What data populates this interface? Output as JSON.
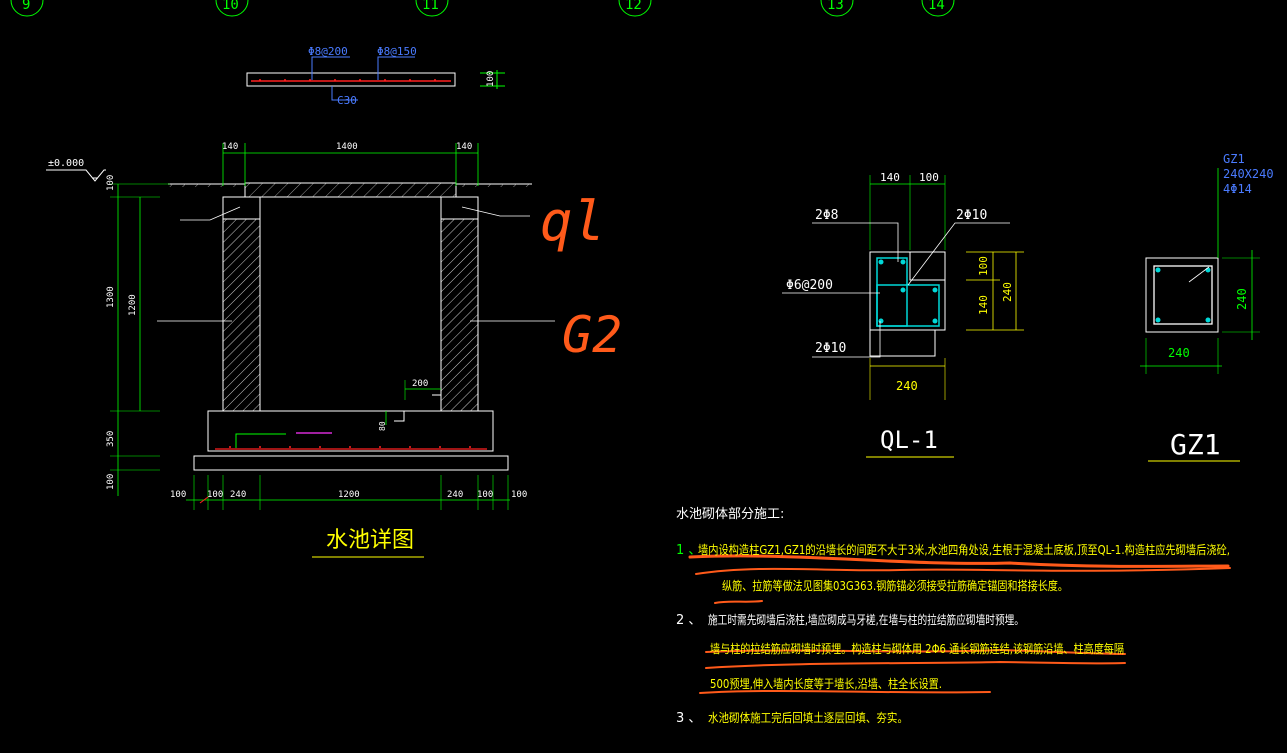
{
  "grid_bubbles": [
    "9",
    "10",
    "11",
    "12",
    "13",
    "14"
  ],
  "slab": {
    "rebar_a": "Φ8@200",
    "rebar_b": "Φ8@150",
    "concrete": "C30",
    "thickness": "100"
  },
  "pool_section": {
    "title": "水池详图",
    "elevation": "±0.000",
    "dims_top": [
      "140",
      "1400",
      "140"
    ],
    "dims_left_outer": [
      "100",
      "1300",
      "350",
      "100"
    ],
    "dims_left_inner": "1200",
    "dim_step": "200",
    "dim_step_h": "80",
    "dims_bottom": [
      "100",
      "100",
      "240",
      "1200",
      "240",
      "100",
      "100"
    ]
  },
  "ql1": {
    "title": "QL-1",
    "dims_top": [
      "140",
      "100"
    ],
    "top_bar_left": "2Φ8",
    "top_bar_right": "2Φ10",
    "stirrup": "Φ6@200",
    "bottom_bar": "2Φ10",
    "dims_right": [
      "100",
      "140"
    ],
    "dim_total_h": "240",
    "dim_width": "240"
  },
  "gz1": {
    "title": "GZ1",
    "label_lines": [
      "GZ1",
      "240X240",
      "4Φ14"
    ],
    "dim_h": "240",
    "dim_w": "240"
  },
  "annotations": {
    "ql": "ql",
    "gz": "G2"
  },
  "notes": {
    "heading": "水池砌体部分施工:",
    "n1_num": "1 、",
    "n1_l1": "墙内设构造柱GZ1,GZ1的沿墙长的间距不大于3米,水池四角处设,生根于混凝土底板,顶至QL-1.构造柱应先砌墙后浇砼,",
    "n1_l2": "纵筋、拉筋等做法见图集03G363.钢筋锚必须接受拉筋确定锚固和搭接长度。",
    "n2_num": "2 、",
    "n2_l1": "施工时需先砌墙后浇柱,墙应砌成马牙槎,在墙与柱的拉结筋应砌墙时预埋。",
    "n2_l2": "墙与柱的拉结筋应砌墙时预埋。构造柱与砌体用 2Φ6 通长钢筋连结,该钢筋沿墙、柱高度每隔",
    "n2_l3": "500预埋,伸入墙内长度等于墙长,沿墙、柱全长设置.",
    "n3_num": "3 、",
    "n3_l1": "水池砌体施工完后回填土逐层回填、夯实。"
  }
}
